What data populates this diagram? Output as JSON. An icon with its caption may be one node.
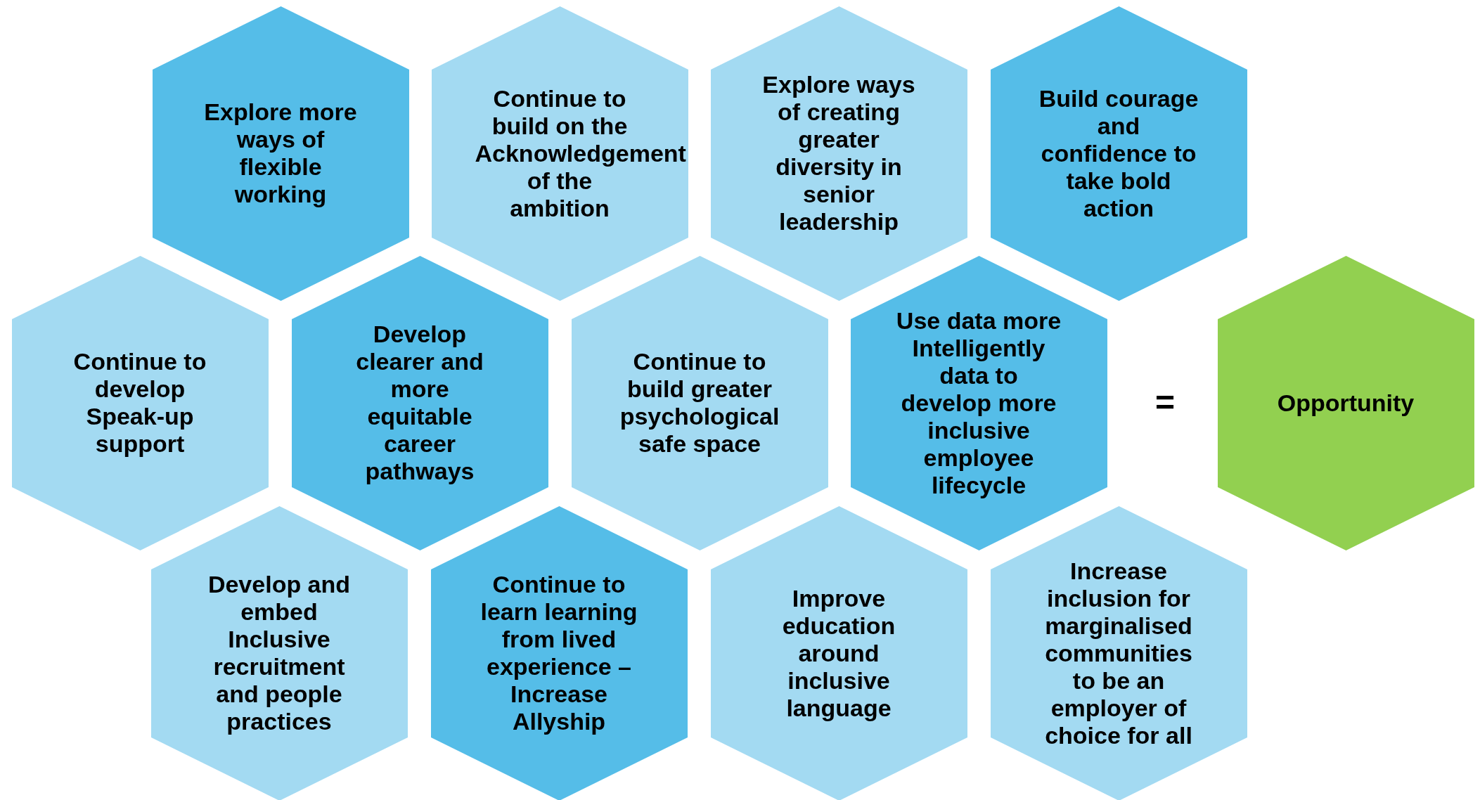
{
  "diagram": {
    "nodes": [
      {
        "text": [
          "Explore more ways of flexible working"
        ]
      },
      {
        "text": [
          "Continue to build on the Acknowledgement of the ambition"
        ]
      },
      {
        "text": [
          "Explore ways of creating greater diversity in senior leadership"
        ]
      },
      {
        "text": [
          "Build courage and confidence to take bold action"
        ]
      },
      {
        "text": [
          "Continue to develop Speak-up support"
        ]
      },
      {
        "text": [
          "Develop clearer and more equitable career pathways"
        ]
      },
      {
        "text": [
          "Continue to build greater psychological safe space"
        ]
      },
      {
        "text": [
          "Use data more Intelligently data to develop more inclusive employee lifecycle"
        ]
      },
      {
        "text": [
          "Opportunity"
        ]
      },
      {
        "text": [
          "Develop and embed Inclusive recruitment and people practices"
        ]
      },
      {
        "text": [
          "Continue to learn learning from lived experience – Increase Allyship"
        ]
      },
      {
        "text": [
          "Improve education around inclusive language"
        ]
      },
      {
        "text": [
          "Increase inclusion for marginalised communities to be an employer of choice for all"
        ]
      }
    ],
    "edges": [],
    "labels": [
      "="
    ]
  }
}
